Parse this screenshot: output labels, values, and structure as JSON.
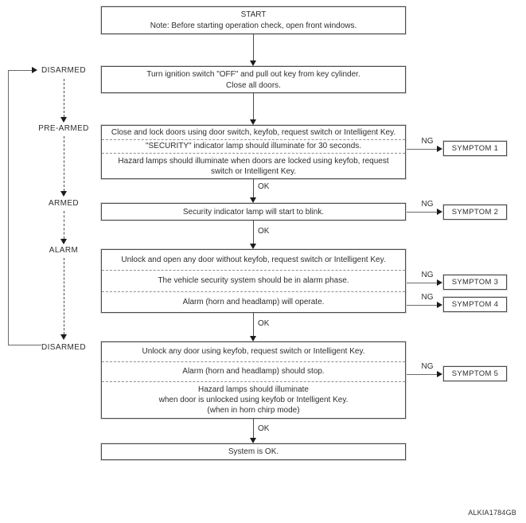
{
  "watermark": "ALKIA1784GB",
  "labels": {
    "ok": "OK",
    "ng": "NG"
  },
  "states": [
    "DISARMED",
    "PRE-ARMED",
    "ARMED",
    "ALARM",
    "DISARMED"
  ],
  "symptoms": [
    "SYMPTOM 1",
    "SYMPTOM 2",
    "SYMPTOM 3",
    "SYMPTOM 4",
    "SYMPTOM 5"
  ],
  "boxes": {
    "start": {
      "title": "START",
      "note": "Note: Before starting operation check, open front windows."
    },
    "ignition": {
      "line1": "Turn ignition switch \"OFF\" and pull out key from key cylinder.",
      "line2": "Close all doors."
    },
    "lock": {
      "row1": "Close and lock doors using door switch, keyfob, request switch or Intelligent Key.",
      "row2": "\"SECURITY\" indicator lamp should illuminate for 30 seconds.",
      "row3": "Hazard lamps should illuminate when doors are locked using keyfob, request switch or Intelligent Key."
    },
    "blink": {
      "row1": "Security indicator lamp will start to blink."
    },
    "alarm": {
      "row1": "Unlock and open any door without keyfob, request switch or Intelligent Key.",
      "row2": "The vehicle security system should be in alarm phase.",
      "row3": "Alarm (horn and headlamp) will operate."
    },
    "disarm": {
      "row1": "Unlock any door using keyfob, request switch or Intelligent Key.",
      "row2": "Alarm (horn and headlamp) should stop.",
      "row3line1": "Hazard lamps should illuminate",
      "row3line2": "when door is unlocked using keyfob or Intelligent Key.",
      "row3line3": "(when in horn chirp mode)"
    },
    "ok": {
      "row1": "System is OK."
    }
  }
}
